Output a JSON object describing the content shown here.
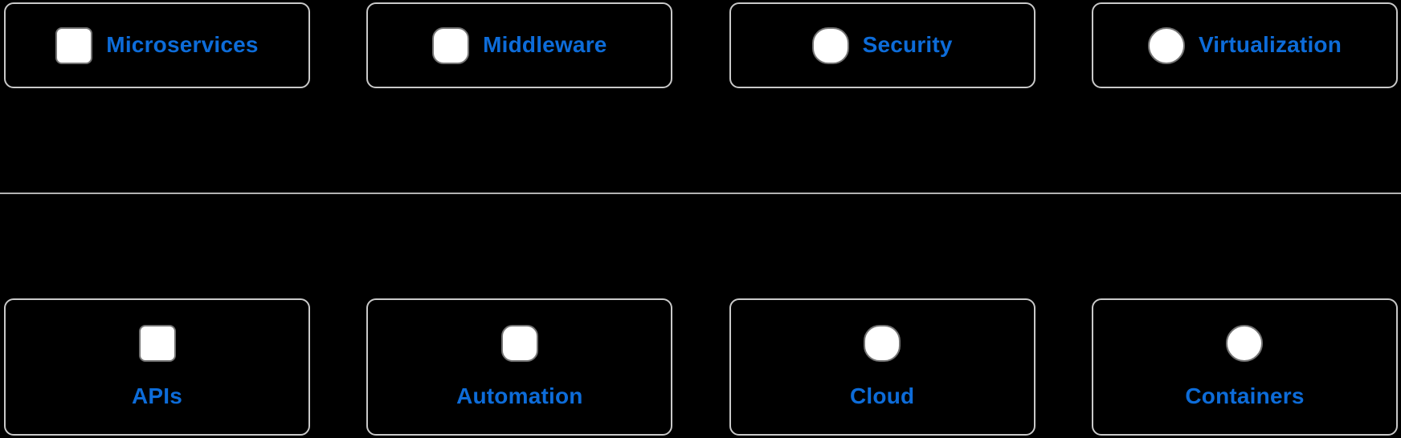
{
  "colors": {
    "bg": "#000000",
    "tile_border": "#c9c9c9",
    "divider": "#b3b3b3",
    "label": "#0d6cd9",
    "shape_fill": "#ffffff",
    "shape_border": "#737373"
  },
  "rows": {
    "top": {
      "tiles": [
        {
          "label": "Microservices",
          "shape": "rounded-square-sm"
        },
        {
          "label": "Middleware",
          "shape": "rounded-square-md"
        },
        {
          "label": "Security",
          "shape": "rounded-square-lg"
        },
        {
          "label": "Virtualization",
          "shape": "circle"
        }
      ]
    },
    "bottom": {
      "tiles": [
        {
          "label": "APIs",
          "shape": "rounded-square-sm"
        },
        {
          "label": "Automation",
          "shape": "rounded-square-md"
        },
        {
          "label": "Cloud",
          "shape": "rounded-square-lg"
        },
        {
          "label": "Containers",
          "shape": "circle"
        }
      ]
    }
  }
}
